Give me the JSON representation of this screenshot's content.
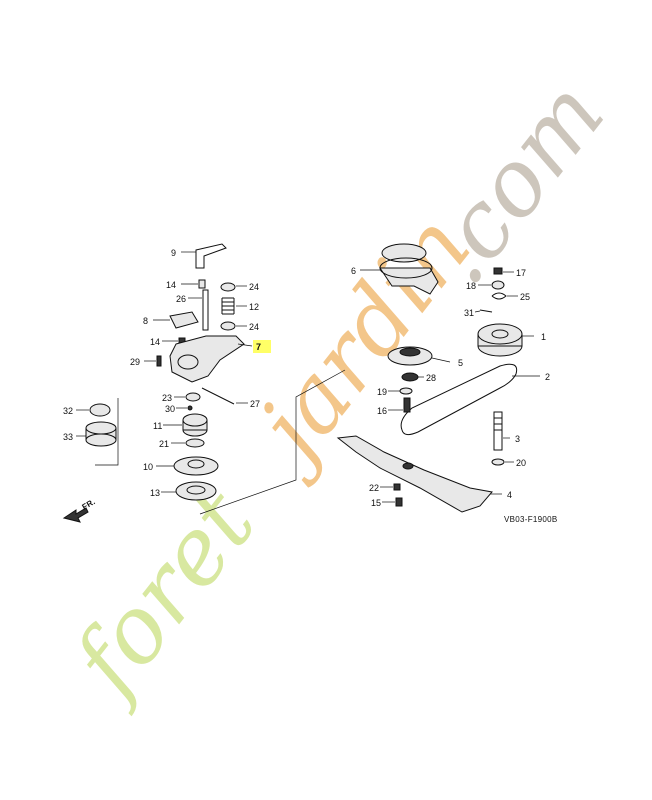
{
  "diagram": {
    "code": "VB03-F1900B",
    "front_marker": "FR.",
    "highlight_color": "#ffff66",
    "highlighted_part": "7",
    "callouts": [
      "1",
      "2",
      "3",
      "4",
      "5",
      "6",
      "7",
      "8",
      "9",
      "10",
      "11",
      "12",
      "13",
      "14",
      "14",
      "15",
      "16",
      "17",
      "18",
      "19",
      "20",
      "21",
      "22",
      "23",
      "24",
      "24",
      "25",
      "26",
      "27",
      "28",
      "29",
      "30",
      "31",
      "32",
      "33"
    ]
  },
  "watermark": {
    "text_part1": "foret",
    "text_part2": "jardin",
    "text_part3": ".com",
    "color1": "#d8e8a0",
    "color2": "#f3c68a",
    "color3": "#cdc6bc"
  }
}
